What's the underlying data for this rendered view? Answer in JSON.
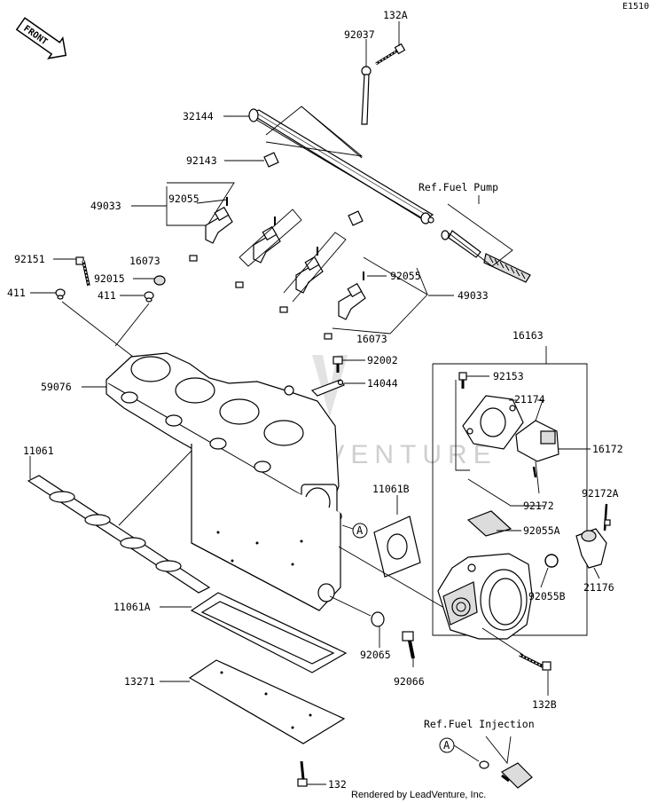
{
  "diagram": {
    "code": "E1510",
    "front_label": "FRONT",
    "watermark": "LEADVENTURE",
    "footer": "Rendered by LeadVenture, Inc.",
    "callouts": {
      "a_main": "A",
      "a_inj": "A"
    },
    "labels": {
      "l132a": "132A",
      "l92037": "92037",
      "l32144": "32144",
      "l92143": "92143",
      "l92055_top": "92055",
      "l49033_left": "49033",
      "l_ref_pump": "Ref.Fuel Pump",
      "l92151": "92151",
      "l16073_top": "16073",
      "l92015": "92015",
      "l411_a": "411",
      "l411_b": "411",
      "l92055_right": "92055",
      "l49033_right": "49033",
      "l16073_mid": "16073",
      "l16163": "16163",
      "l92002": "92002",
      "l92153": "92153",
      "l14044": "14044",
      "l59076": "59076",
      "l21174": "21174",
      "l16172": "16172",
      "l11061": "11061",
      "l92172": "92172",
      "l11061b": "11061B",
      "l92172a": "92172A",
      "l92055a": "92055A",
      "l92055b": "92055B",
      "l21176": "21176",
      "l11061a": "11061A",
      "l92065": "92065",
      "l92066": "92066",
      "l132b": "132B",
      "l13271": "13271",
      "l_ref_inj": "Ref.Fuel Injection",
      "l132": "132"
    }
  }
}
